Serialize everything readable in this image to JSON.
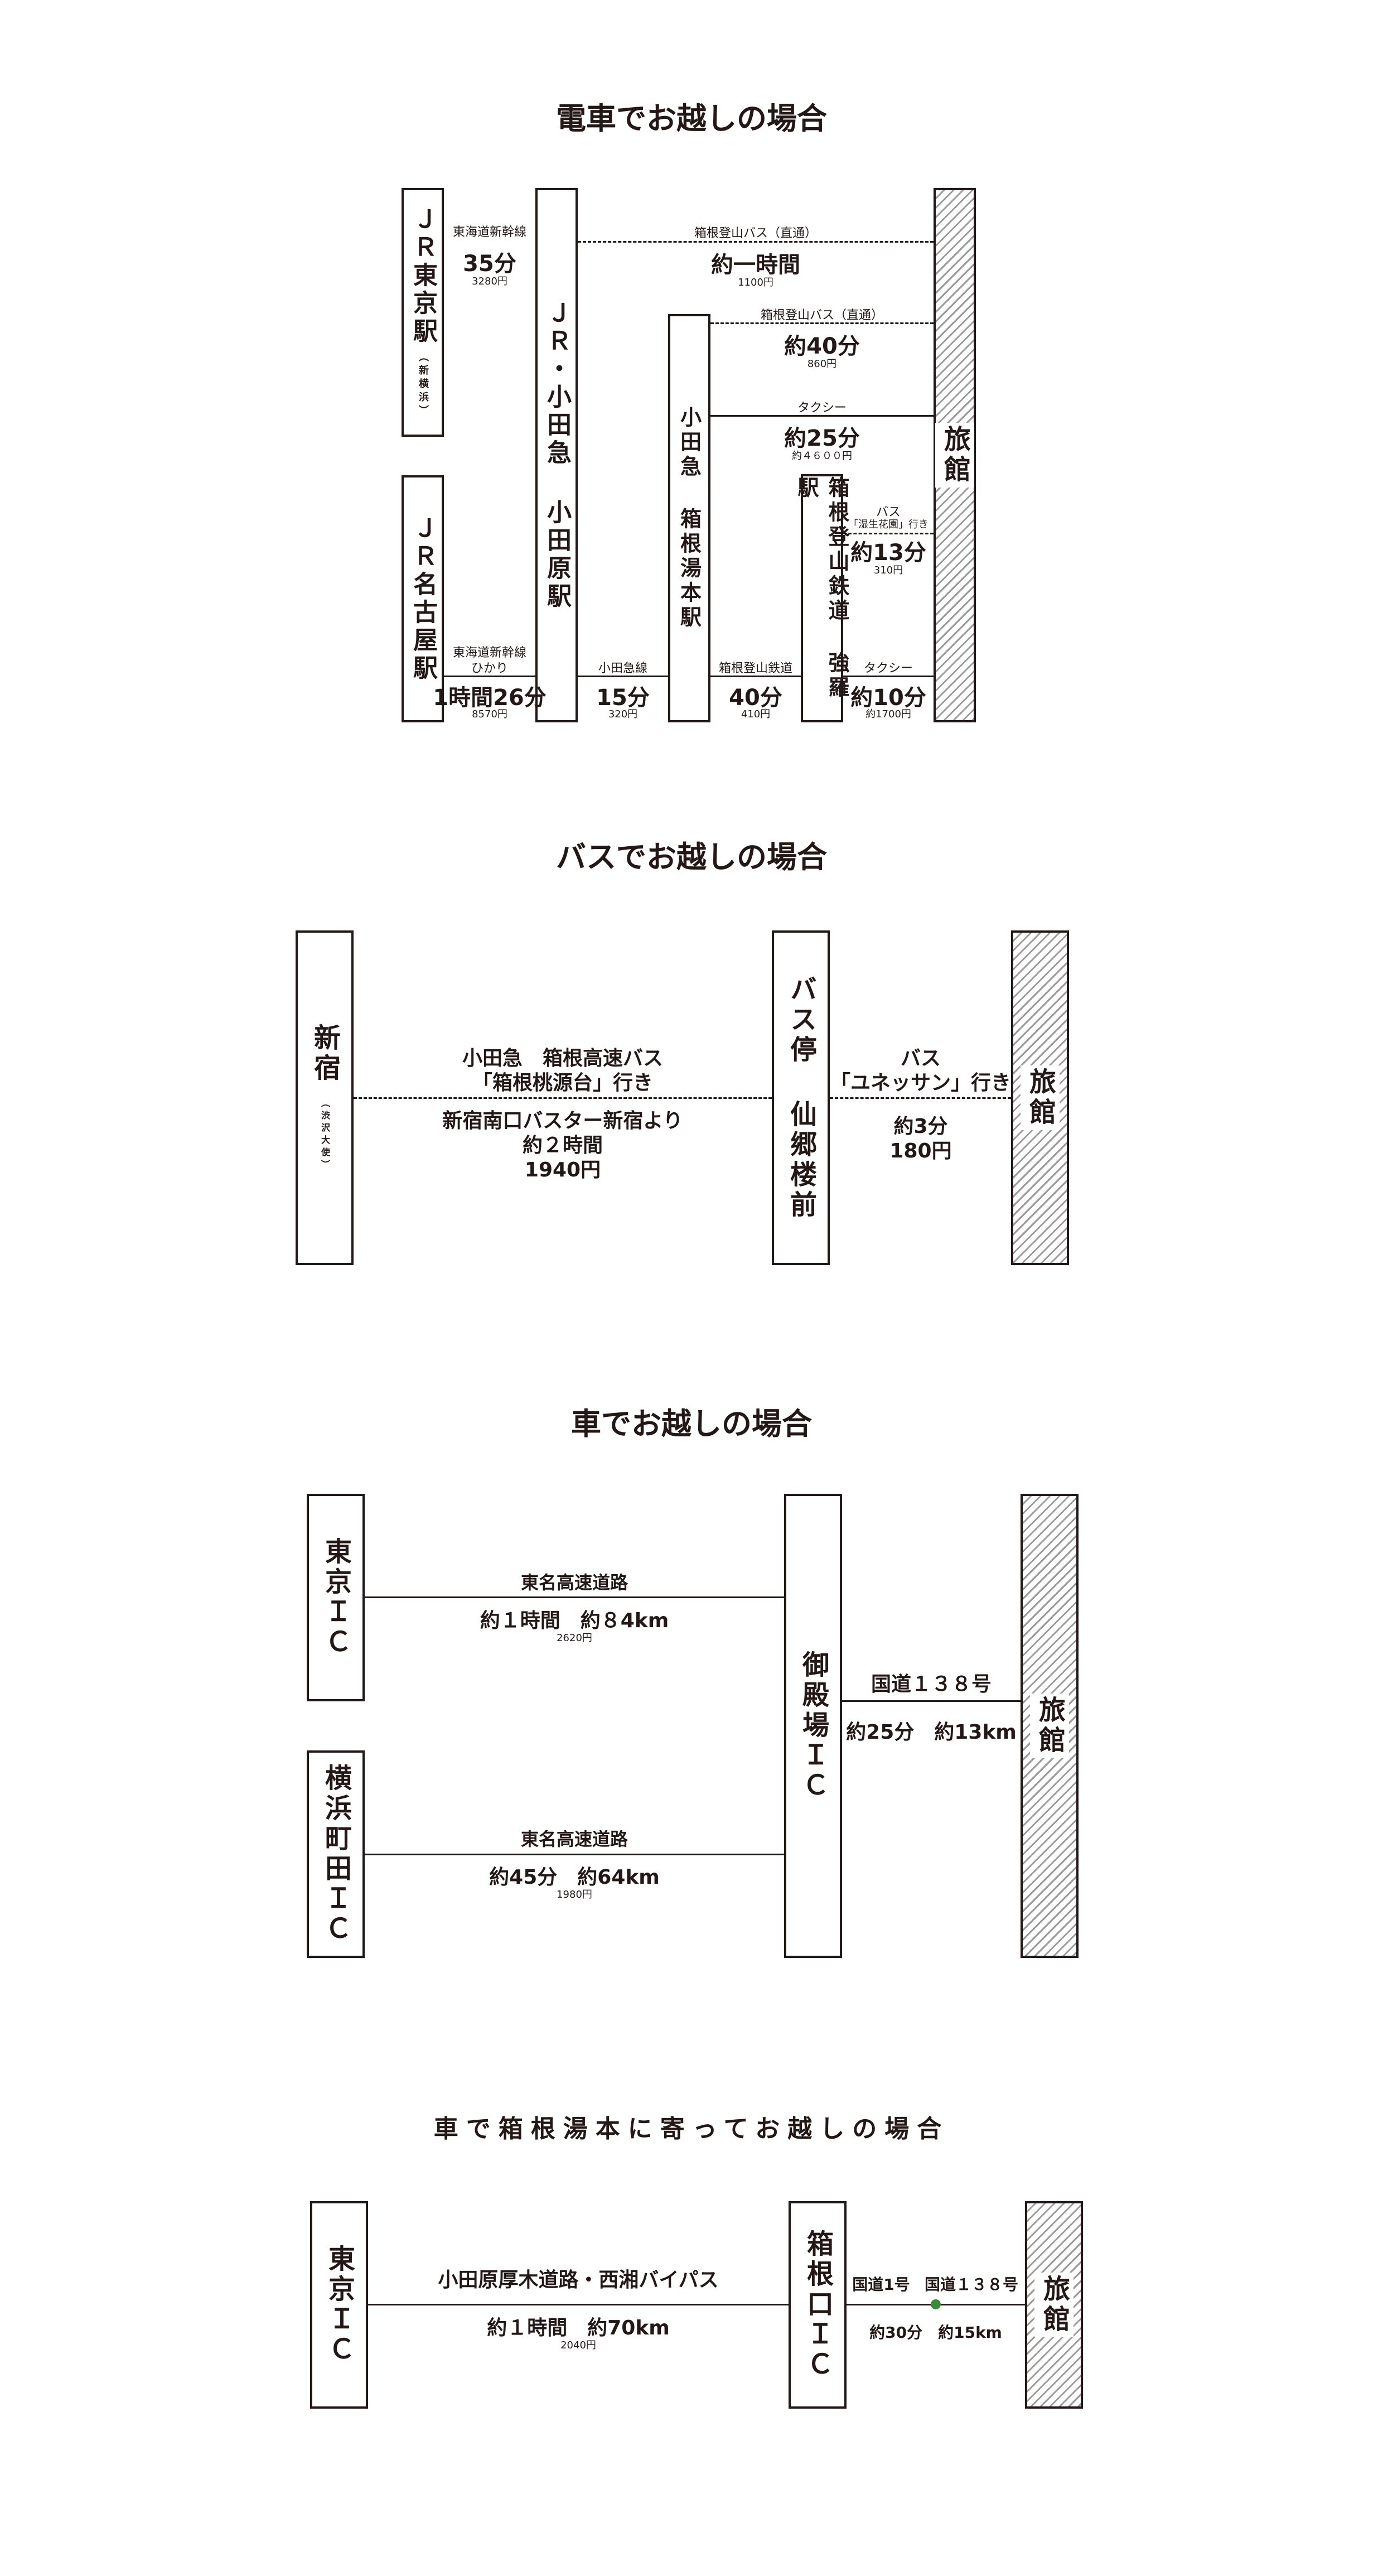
{
  "train": {
    "title": "電車でお越しの場合",
    "stations": {
      "tokyo": "ＪＲ東京駅",
      "tokyo_sub": "（新横浜）",
      "nagoya": "ＪＲ名古屋駅",
      "odawara": "ＪＲ・小田急 小田原駅",
      "yumoto": "小田急 箱根湯本駅",
      "gora": "箱根登山鉄道 強羅駅",
      "ryokan": "旅館"
    },
    "routes": {
      "tokaido_label": "東海道新幹線",
      "tokaido_time": "35分",
      "tokaido_price": "3280円",
      "bus1_label": "箱根登山バス（直通）",
      "bus1_time": "約一時間",
      "bus1_price": "1100円",
      "bus2_label": "箱根登山バス（直通）",
      "bus2_time": "約40分",
      "bus2_price": "860円",
      "taxi1_label": "タクシー",
      "taxi1_time": "約25分",
      "taxi1_price": "約４６００円",
      "bus3_label1": "バス",
      "bus3_label2": "「湿生花園」行き",
      "bus3_time": "約13分",
      "bus3_price": "310円",
      "hikari_label1": "東海道新幹線",
      "hikari_label2": "ひかり",
      "hikari_time": "1時間26分",
      "hikari_price": "8570円",
      "odakyu_label": "小田急線",
      "odakyu_time": "15分",
      "odakyu_price": "320円",
      "tozan_label": "箱根登山鉄道",
      "tozan_time": "40分",
      "tozan_price": "410円",
      "taxi2_label": "タクシー",
      "taxi2_time": "約10分",
      "taxi2_price": "約1700円"
    }
  },
  "bus": {
    "title": "バスでお越しの場合",
    "shinjuku": "新宿",
    "shinjuku_sub": "（渋沢大使）",
    "stop": "バス停 仙郷楼前",
    "ryokan": "旅館",
    "left_line1": "小田急　箱根高速バス",
    "left_line2": "「箱根桃源台」行き",
    "left_line3": "新宿南口バスター新宿より",
    "left_line4": "約２時間",
    "left_line5": "1940円",
    "right_line1": "バス",
    "right_line2": "「ユネッサン」行き",
    "right_line3": "約3分",
    "right_line4": "180円"
  },
  "car": {
    "title": "車でお越しの場合",
    "tokyo_ic": "東京ＩＣ",
    "yokohama_ic": "横浜町田ＩＣ",
    "gotemba_ic": "御殿場ＩＣ",
    "ryokan": "旅館",
    "r1_label": "東名高速道路",
    "r1_time": "約１時間　約８4km",
    "r1_price": "2620円",
    "r2_label": "東名高速道路",
    "r2_time": "約45分　約64km",
    "r2_price": "1980円",
    "r3_label": "国道１３８号",
    "r3_time": "約25分　約13km"
  },
  "car2": {
    "title": "車で箱根湯本に寄ってお越しの場合",
    "tokyo_ic": "東京ＩＣ",
    "hakone_ic": "箱根口ＩＣ",
    "ryokan": "旅館",
    "r1_label": "小田原厚木道路・西湘バイパス",
    "r1_time": "約１時間　約70km",
    "r1_price": "2040円",
    "r2_label_a": "国道1号",
    "r2_label_b": "国道１３８号",
    "r2_time": "約30分　約15km"
  }
}
